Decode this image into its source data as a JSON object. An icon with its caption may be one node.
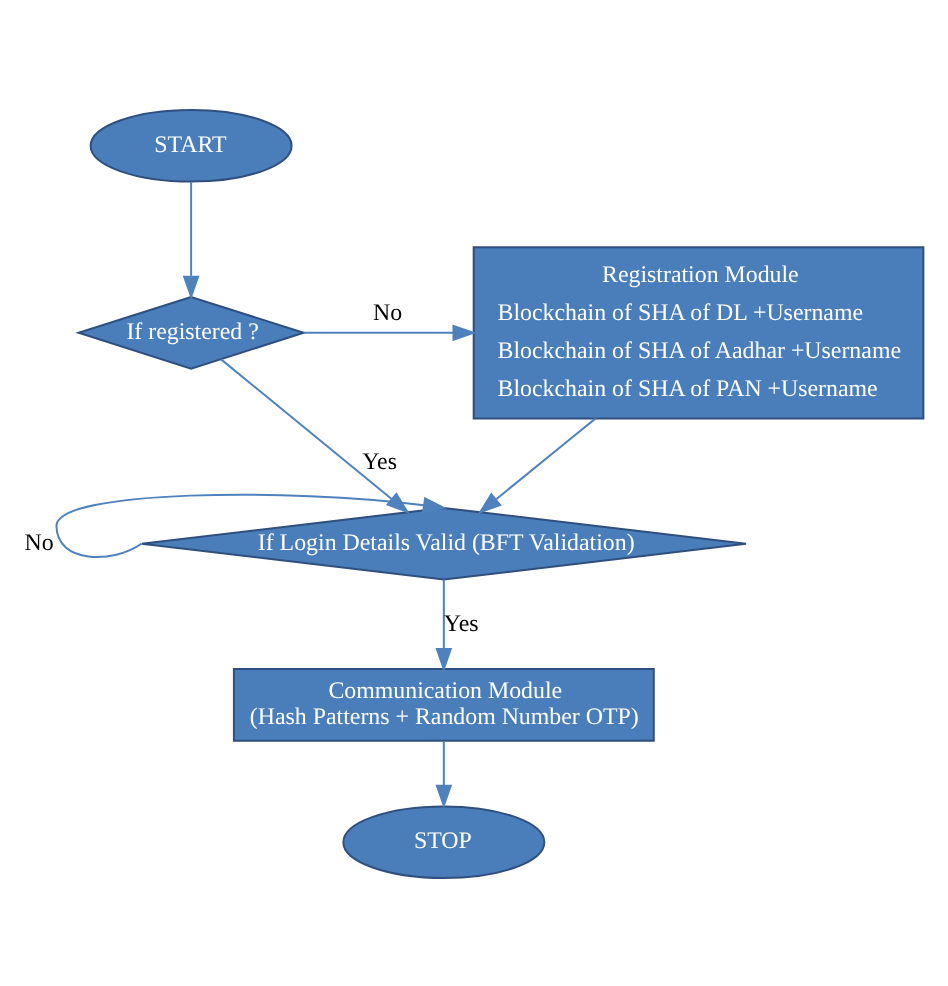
{
  "diagram": {
    "nodes": [
      {
        "text": [
          "START"
        ]
      },
      {
        "text": [
          "If registered ?"
        ]
      },
      {
        "text": [
          "Registration Module",
          "Blockchain of SHA of DL +Username",
          "Blockchain of SHA of Aadhar +Username",
          "Blockchain of SHA of PAN +Username"
        ]
      },
      {
        "text": [
          "If Login Details Valid (BFT Validation)"
        ]
      },
      {
        "text": [
          "Communication Module",
          "(Hash Patterns + Random Number OTP)"
        ]
      },
      {
        "text": [
          "STOP"
        ]
      }
    ],
    "edges": [
      {
        "from": 0,
        "to": 1,
        "arrow": "to"
      },
      {
        "from": 1,
        "to": 2,
        "label": "No",
        "arrow": "to"
      },
      {
        "from": 1,
        "to": 3,
        "label": "Yes",
        "arrow": "to"
      },
      {
        "from": 2,
        "to": 3,
        "arrow": "to"
      },
      {
        "from": 3,
        "to": 3,
        "label": "No",
        "arrow": "to"
      },
      {
        "from": 3,
        "to": 4,
        "label": "Yes",
        "arrow": "to"
      },
      {
        "from": 4,
        "to": 5,
        "arrow": "to"
      }
    ]
  }
}
